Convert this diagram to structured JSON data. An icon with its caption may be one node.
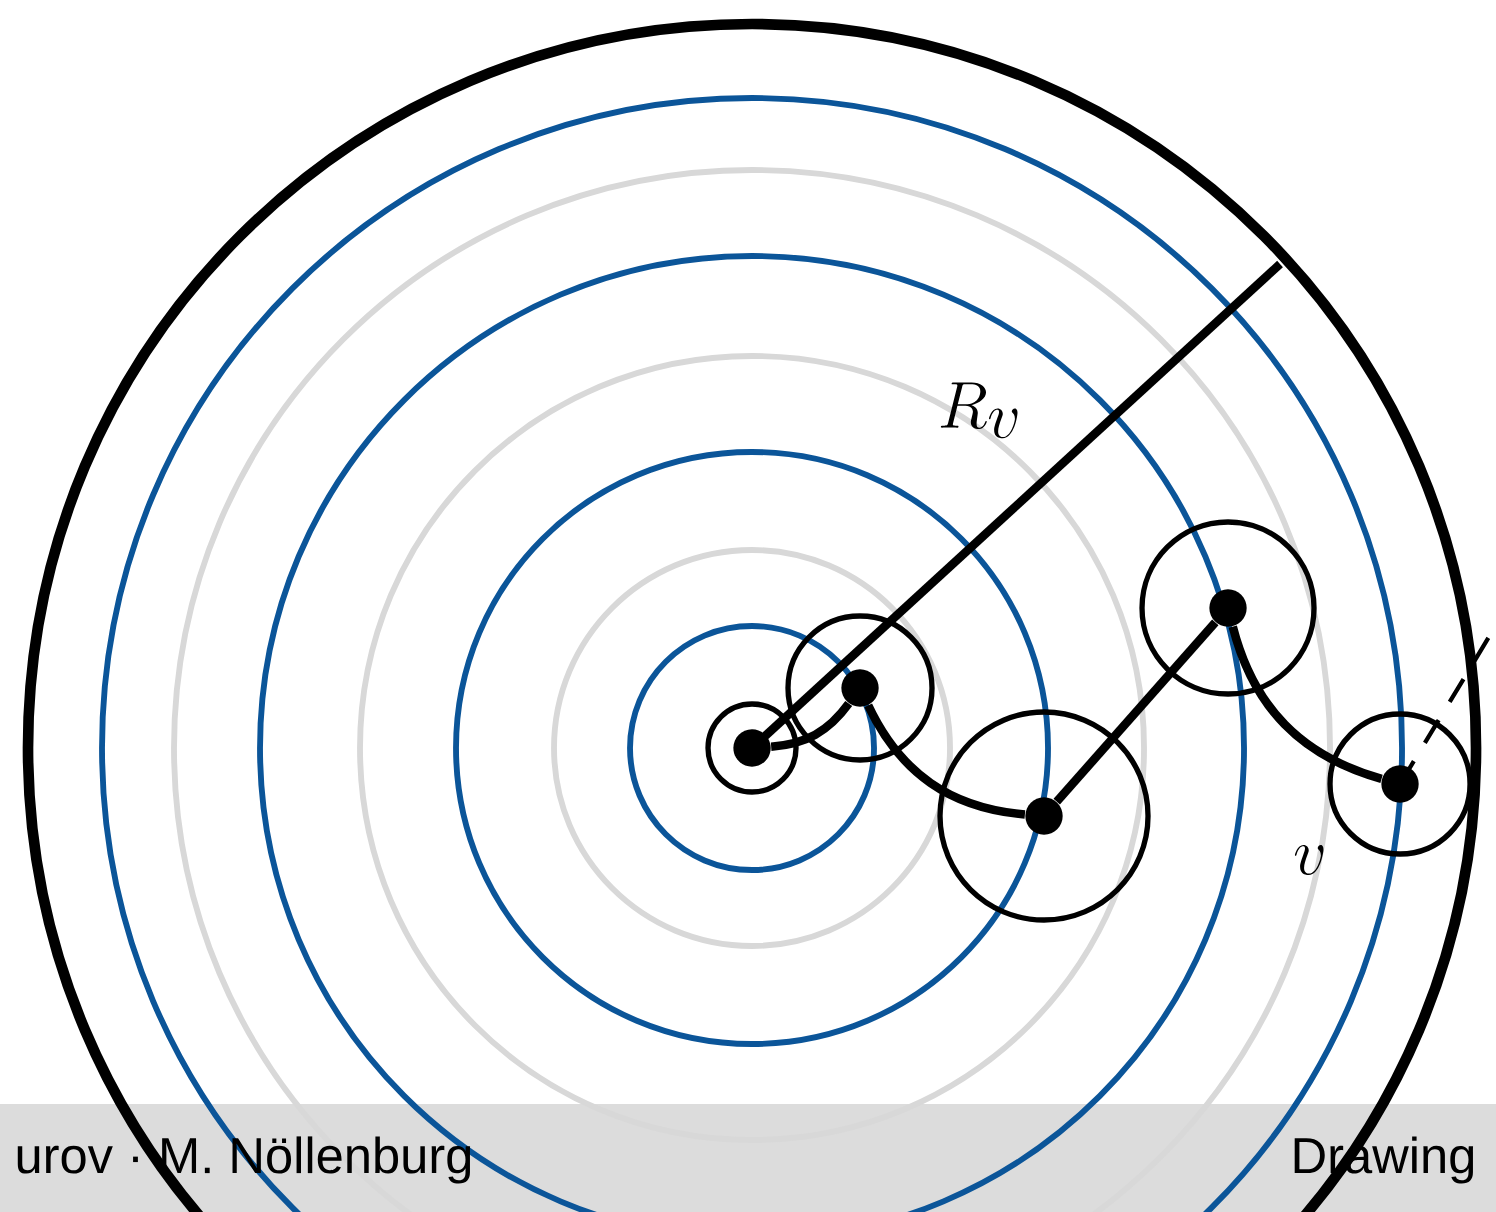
{
  "diagram": {
    "nodes": [
      {
        "text": [],
        "shape": "circle"
      },
      {
        "text": [],
        "shape": "circle"
      },
      {
        "text": [],
        "shape": "circle"
      },
      {
        "text": [],
        "shape": "circle"
      },
      {
        "text": [],
        "shape": "circle",
        "beside": [
          "v"
        ]
      }
    ],
    "edges": [
      {
        "from": 0,
        "to": 1,
        "arrow": "none"
      },
      {
        "from": 1,
        "to": 2,
        "arrow": "none"
      },
      {
        "from": 2,
        "to": 3,
        "arrow": "none"
      },
      {
        "from": 3,
        "to": 4,
        "arrow": "none"
      }
    ],
    "labels": [
      "R_v",
      "urov · M. Nöllenburg",
      "Drawing"
    ]
  }
}
